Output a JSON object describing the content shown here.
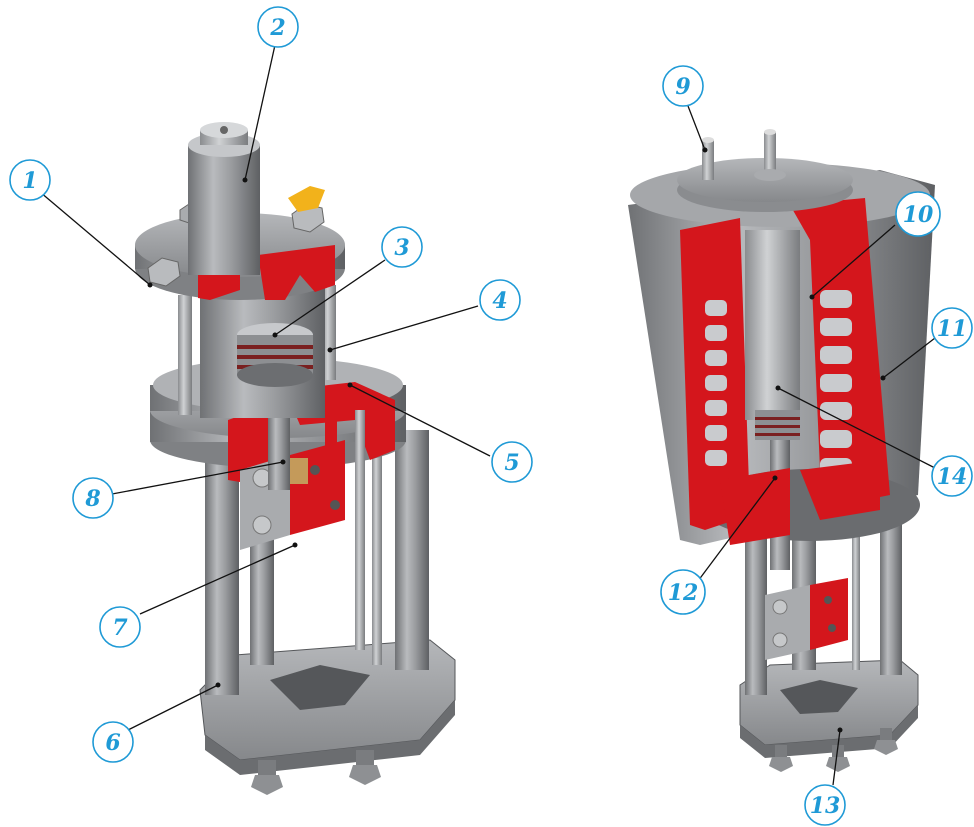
{
  "callouts": [
    {
      "id": 1,
      "label": "1"
    },
    {
      "id": 2,
      "label": "2"
    },
    {
      "id": 3,
      "label": "3"
    },
    {
      "id": 4,
      "label": "4"
    },
    {
      "id": 5,
      "label": "5"
    },
    {
      "id": 6,
      "label": "6"
    },
    {
      "id": 7,
      "label": "7"
    },
    {
      "id": 8,
      "label": "8"
    },
    {
      "id": 9,
      "label": "9"
    },
    {
      "id": 10,
      "label": "10"
    },
    {
      "id": 11,
      "label": "11"
    },
    {
      "id": 12,
      "label": "12"
    },
    {
      "id": 13,
      "label": "13"
    },
    {
      "id": 14,
      "label": "14"
    }
  ],
  "colors": {
    "body_grey": "#9a9c9f",
    "dark_grey": "#6f7174",
    "light_grey": "#c2c4c6",
    "section_red": "#d4161c",
    "callout_blue": "#1f9ad6",
    "accent_yellow": "#f2b21b"
  }
}
